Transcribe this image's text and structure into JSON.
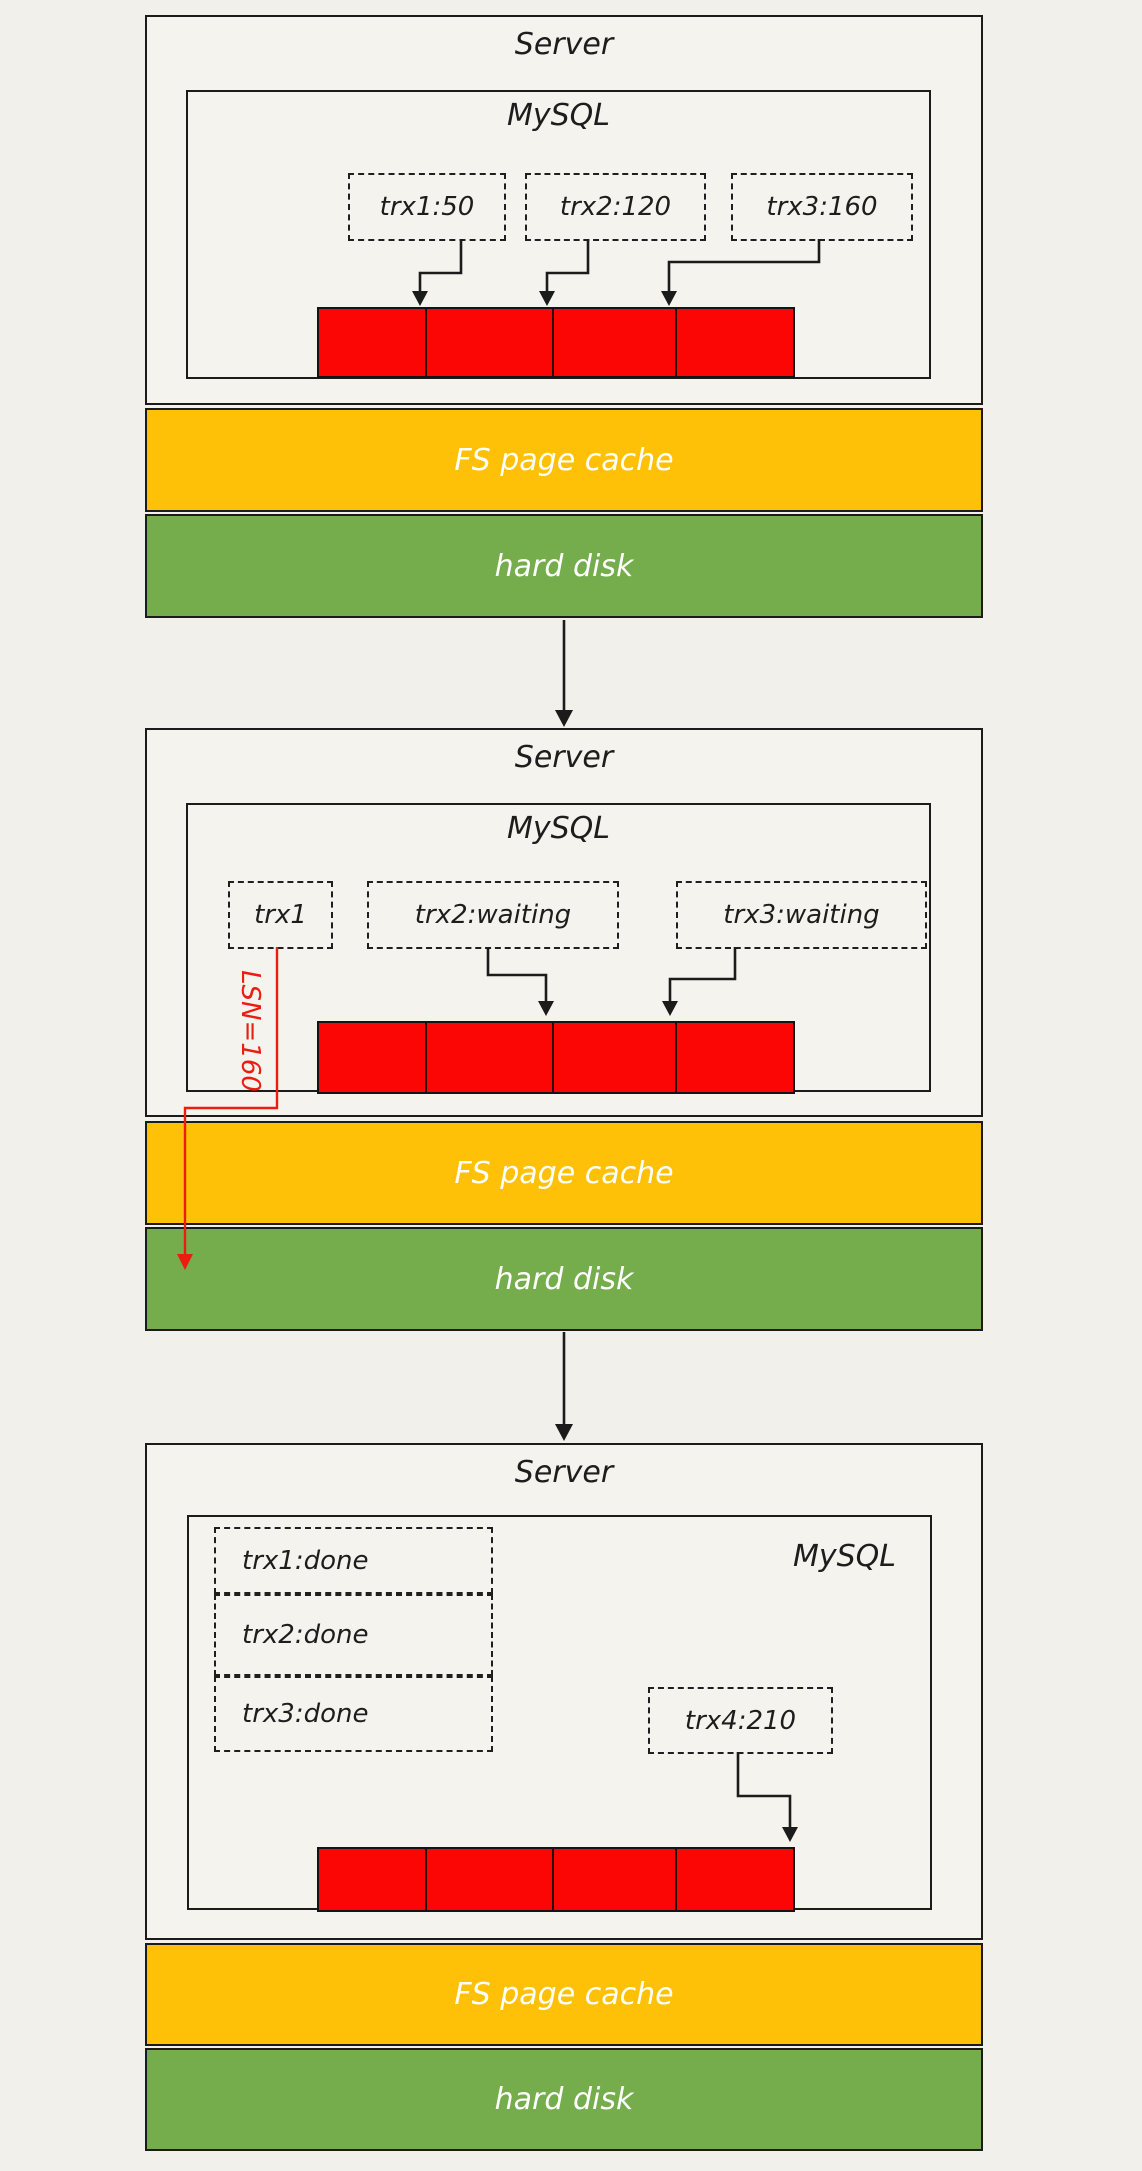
{
  "diagram": {
    "subject": "MySQL redo log buffer write stages",
    "colors": {
      "background": "#f1f0ea",
      "outline": "#1b1b1b",
      "log_buffer": "#fb0505",
      "fs_page_cache": "#ffc108",
      "hard_disk": "#75ad4c",
      "lsn_arrow": "#ec1d10",
      "band_text": "#ffffff"
    },
    "panels": [
      {
        "server_label": "Server",
        "mysql_label": "MySQL",
        "transactions": [
          "trx1:50",
          "trx2:120",
          "trx3:160"
        ],
        "log_buffer_segments": 4,
        "cache_label": "FS page cache",
        "disk_label": "hard disk"
      },
      {
        "server_label": "Server",
        "mysql_label": "MySQL",
        "transactions": [
          "trx1",
          "trx2:waiting",
          "trx3:waiting"
        ],
        "lsn_annotation": "LSN=160",
        "log_buffer_segments": 4,
        "cache_label": "FS page cache",
        "disk_label": "hard disk"
      },
      {
        "server_label": "Server",
        "mysql_label": "MySQL",
        "transactions_done": [
          "trx1:done",
          "trx2:done",
          "trx3:done"
        ],
        "new_transaction": "trx4:210",
        "log_buffer_segments": 4,
        "cache_label": "FS page cache",
        "disk_label": "hard disk"
      }
    ]
  }
}
